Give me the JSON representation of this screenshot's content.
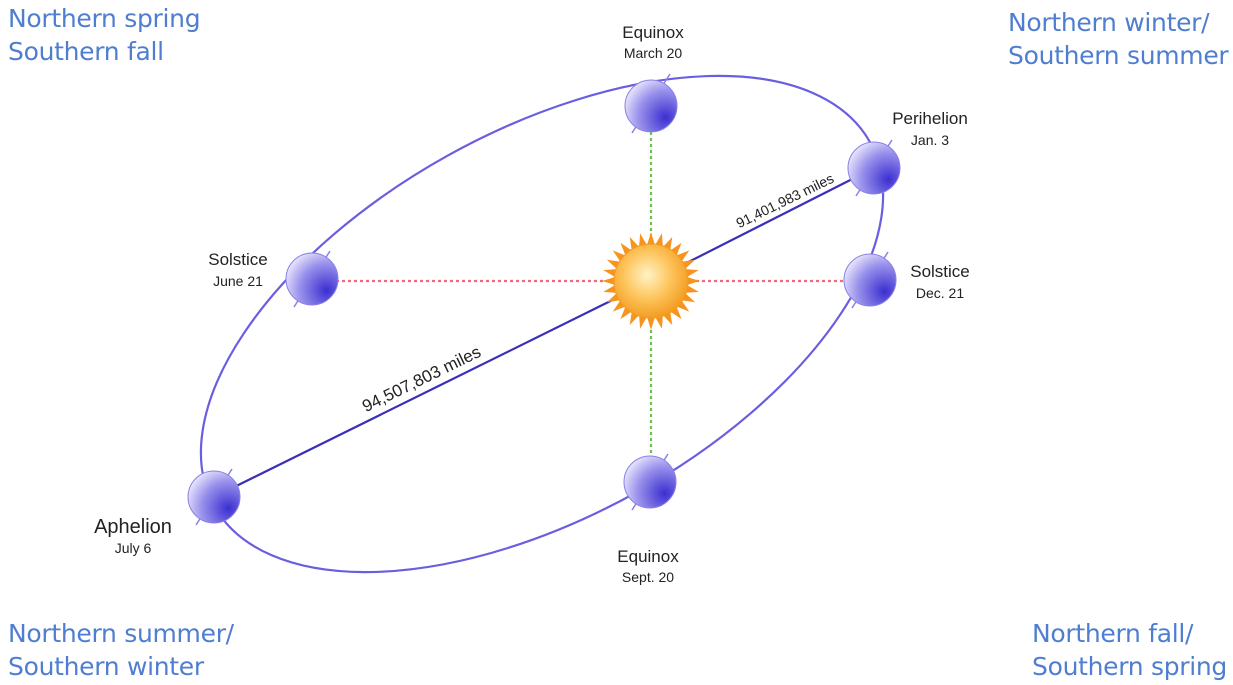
{
  "corners": {
    "top_left": [
      "Northern spring",
      "Southern fall"
    ],
    "top_right": [
      "Northern winter/",
      "Southern summer"
    ],
    "bottom_left": [
      "Northern summer/",
      "Southern winter"
    ],
    "bottom_right": [
      "Northern fall/",
      "Southern spring"
    ]
  },
  "orbit_points": {
    "equinox_march": {
      "title": "Equinox",
      "date": "March 20"
    },
    "perihelion": {
      "title": "Perihelion",
      "date": "Jan. 3"
    },
    "solstice_dec": {
      "title": "Solstice",
      "date": "Dec. 21"
    },
    "equinox_sept": {
      "title": "Equinox",
      "date": "Sept. 20"
    },
    "aphelion": {
      "title": "Aphelion",
      "date": "July 6"
    },
    "solstice_june": {
      "title": "Solstice",
      "date": "June 21"
    }
  },
  "distances": {
    "perihelion": "91,401,983 miles",
    "aphelion": "94,507,803 miles"
  },
  "colors": {
    "orbit": "#6a5ee0",
    "corner_text": "#4f7ed0",
    "solstice_line": "#f06a7a",
    "equinox_line": "#6cc24a",
    "sun_core": "#fbb040",
    "sun_rays": "#f7941d",
    "earth_dark": "#3b2fd0",
    "earth_light": "#ffffff"
  }
}
